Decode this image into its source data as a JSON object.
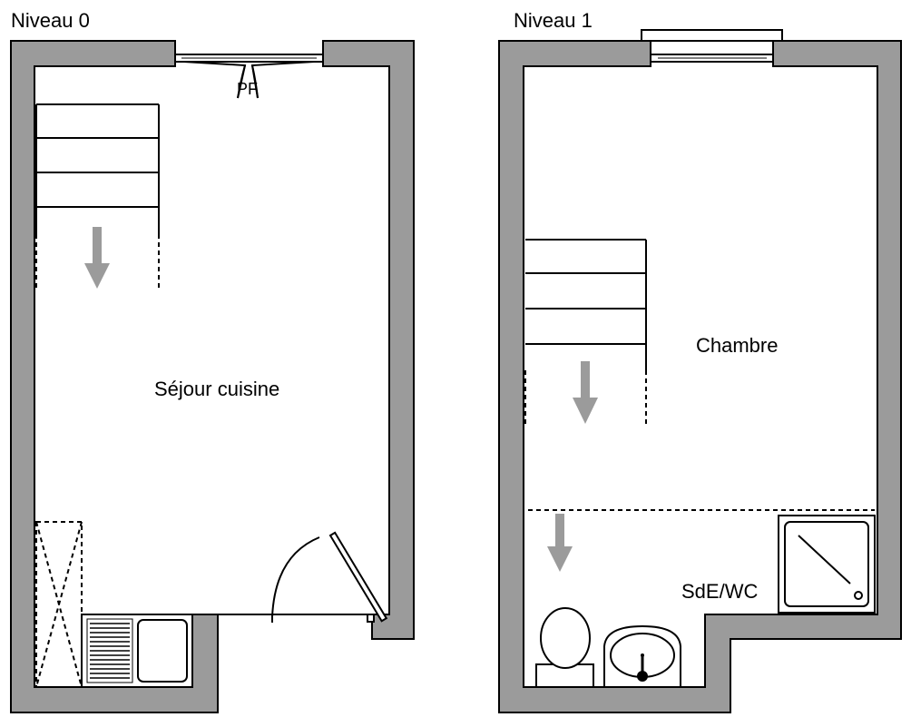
{
  "plans": [
    {
      "level_label": "Niveau 0",
      "rooms": [
        {
          "name": "Séjour cuisine"
        }
      ],
      "window_label": "PF"
    },
    {
      "level_label": "Niveau 1",
      "rooms": [
        {
          "name": "Chambre"
        },
        {
          "name": "SdE/WC"
        }
      ]
    }
  ],
  "colors": {
    "wall_fill": "#9b9b9b",
    "line": "#000000",
    "stair_arrow": "#9b9b9b",
    "background": "#ffffff"
  }
}
